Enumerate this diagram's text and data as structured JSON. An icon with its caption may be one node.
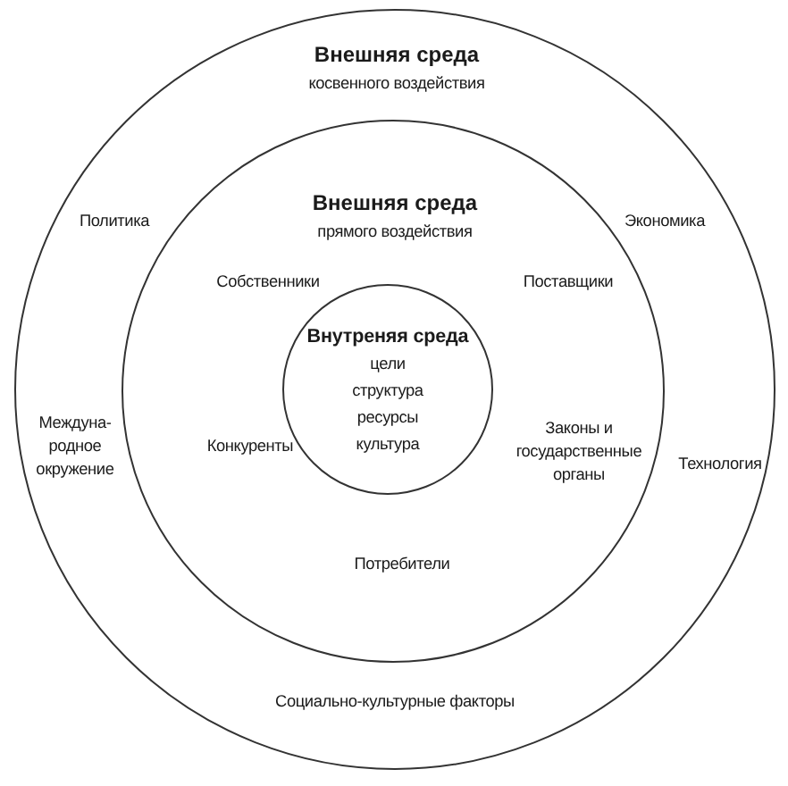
{
  "diagram": {
    "nodes": [
      {
        "text": [
          "Внешняя среда",
          "косвенного воздействия",
          "Политика",
          "Экономика",
          "Междуна-родное окружение",
          "Технология",
          "Социально-культурные факторы"
        ]
      },
      {
        "text": [
          "Внешняя среда",
          "прямого воздействия",
          "Собственники",
          "Поставщики",
          "Конкуренты",
          "Законы и государственные органы",
          "Потребители"
        ],
        "in": 0
      },
      {
        "text": [
          "Внутреняя среда",
          "цели",
          "структура",
          "ресурсы",
          "культура"
        ],
        "in": 1
      }
    ]
  }
}
